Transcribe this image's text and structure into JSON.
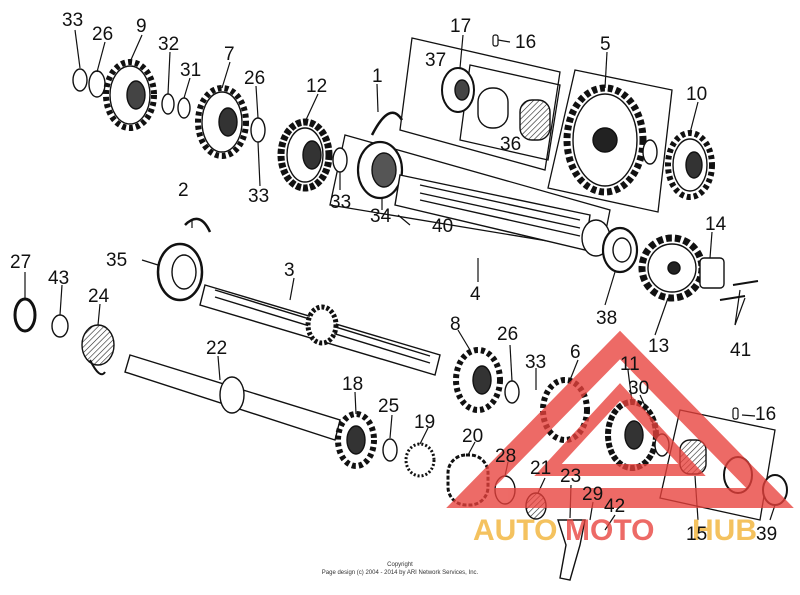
{
  "parts": [
    {
      "id": "p33a",
      "label": "33"
    },
    {
      "id": "p26a",
      "label": "26"
    },
    {
      "id": "p9",
      "label": "9"
    },
    {
      "id": "p32",
      "label": "32"
    },
    {
      "id": "p31",
      "label": "31"
    },
    {
      "id": "p7",
      "label": "7"
    },
    {
      "id": "p26b",
      "label": "26"
    },
    {
      "id": "p12",
      "label": "12"
    },
    {
      "id": "p33b",
      "label": "33"
    },
    {
      "id": "p1",
      "label": "1"
    },
    {
      "id": "p17",
      "label": "17"
    },
    {
      "id": "p16a",
      "label": "16"
    },
    {
      "id": "p37",
      "label": "37"
    },
    {
      "id": "p5",
      "label": "5"
    },
    {
      "id": "p10",
      "label": "10"
    },
    {
      "id": "p36",
      "label": "36"
    },
    {
      "id": "p33c",
      "label": "33"
    },
    {
      "id": "p34",
      "label": "34"
    },
    {
      "id": "p40",
      "label": "40"
    },
    {
      "id": "p2",
      "label": "2"
    },
    {
      "id": "p27",
      "label": "27"
    },
    {
      "id": "p35",
      "label": "35"
    },
    {
      "id": "p3",
      "label": "3"
    },
    {
      "id": "p4",
      "label": "4"
    },
    {
      "id": "p14",
      "label": "14"
    },
    {
      "id": "p43",
      "label": "43"
    },
    {
      "id": "p24",
      "label": "24"
    },
    {
      "id": "p38",
      "label": "38"
    },
    {
      "id": "p13",
      "label": "13"
    },
    {
      "id": "p41",
      "label": "41"
    },
    {
      "id": "p8",
      "label": "8"
    },
    {
      "id": "p26c",
      "label": "26"
    },
    {
      "id": "p33d",
      "label": "33"
    },
    {
      "id": "p6",
      "label": "6"
    },
    {
      "id": "p11",
      "label": "11"
    },
    {
      "id": "p22",
      "label": "22"
    },
    {
      "id": "p30",
      "label": "30"
    },
    {
      "id": "p18",
      "label": "18"
    },
    {
      "id": "p25",
      "label": "25"
    },
    {
      "id": "p19",
      "label": "19"
    },
    {
      "id": "p16b",
      "label": "16"
    },
    {
      "id": "p20",
      "label": "20"
    },
    {
      "id": "p28",
      "label": "28"
    },
    {
      "id": "p21",
      "label": "21"
    },
    {
      "id": "p23",
      "label": "23"
    },
    {
      "id": "p29",
      "label": "29"
    },
    {
      "id": "p42",
      "label": "42"
    },
    {
      "id": "p15",
      "label": "15"
    },
    {
      "id": "p39",
      "label": "39"
    }
  ],
  "copyright": {
    "line1": "Copyright",
    "line2": "Page design (c) 2004 - 2014 by ARI Network Services, Inc."
  },
  "watermark": {
    "text_a": "AUTO",
    "text_b": "MOTO",
    "text_c": "HUB",
    "color_red": "#e8413c",
    "color_orange": "#f2b233"
  }
}
